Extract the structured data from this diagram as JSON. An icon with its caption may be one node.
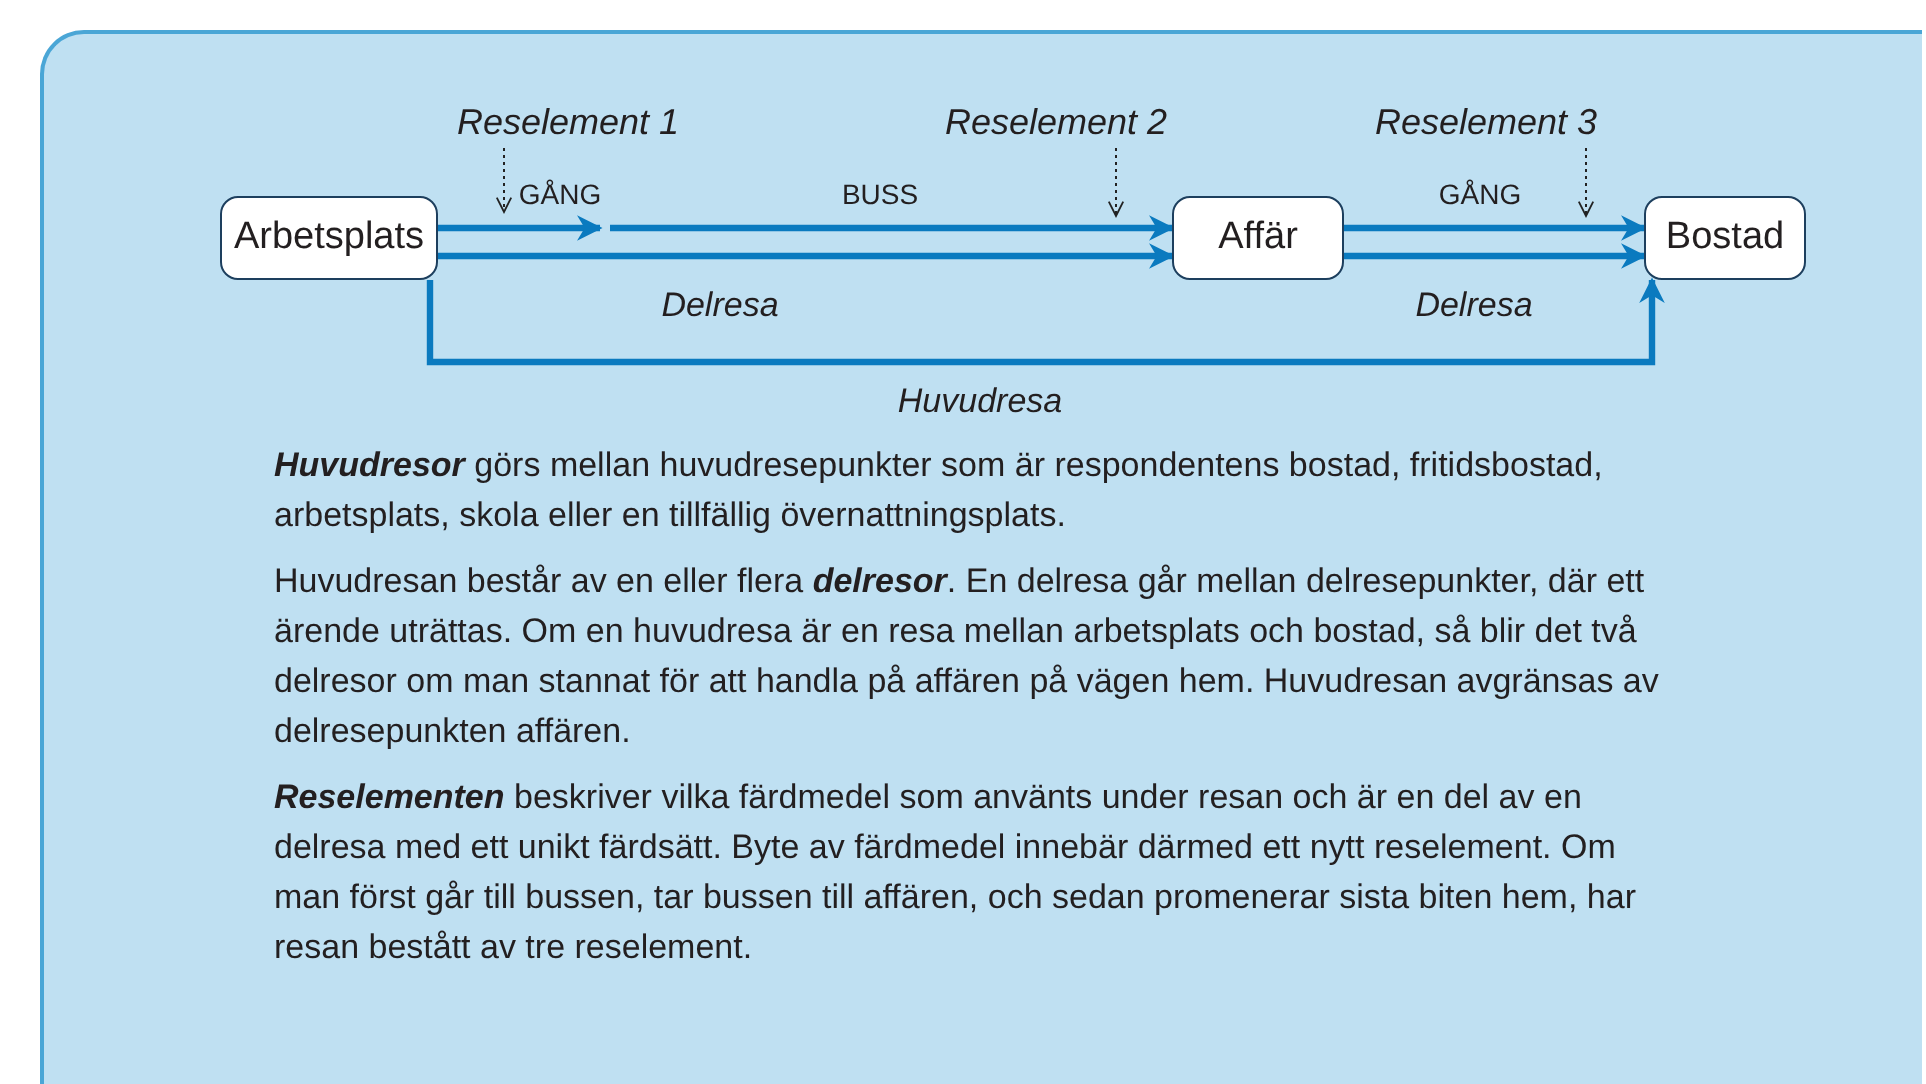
{
  "diagram": {
    "nodes": [
      {
        "text": [
          "Reselement 1"
        ]
      },
      {
        "text": [
          "Reselement 2"
        ]
      },
      {
        "text": [
          "Reselement 3"
        ]
      },
      {
        "text": [
          "Arbetsplats"
        ]
      },
      {
        "text": [
          "Affär"
        ]
      },
      {
        "text": [
          "Bostad"
        ]
      }
    ],
    "edges": [
      {
        "from": 0,
        "to": null,
        "arrow": "to",
        "style": "dashed",
        "color": "#222222"
      },
      {
        "from": 1,
        "to": null,
        "arrow": "to",
        "style": "dashed",
        "color": "#222222"
      },
      {
        "from": 2,
        "to": null,
        "arrow": "to",
        "style": "dashed",
        "color": "#222222"
      },
      {
        "from": 3,
        "to": null,
        "arrow": "to",
        "label": "GÅNG"
      },
      {
        "from": null,
        "to": 4,
        "arrow": "to",
        "label": "BUSS"
      },
      {
        "from": 3,
        "to": 4,
        "arrow": "to",
        "label": "Delresa"
      },
      {
        "from": 4,
        "to": 5,
        "arrow": "to",
        "label": "GÅNG"
      },
      {
        "from": 4,
        "to": 5,
        "arrow": "to",
        "label": "Delresa"
      },
      {
        "from": 3,
        "to": 5,
        "arrow": "to",
        "label": "Huvudresa"
      }
    ],
    "labels": [
      "**Huvudresor** görs mellan huvudresepunkter som är respondentens bostad, fritidsbostad, arbetsplats, skola eller en tillfällig övernattningsplats.",
      "Huvudresan består av en eller flera **delresor**. En delresa går mellan delresepunkter, där ett ärende uträttas. Om en huvudresa är en resa mellan arbetsplats och bostad, så blir det två delresor om man stannat för att handla på affären på vägen hem. Huvudresan avgränsas av delresepunkten affären.",
      "**Reselementen** beskriver vilka färdmedel som använts under resan och är en del av en delresa med ett unikt färdsätt. Byte av färdmedel innebär därmed ett nytt reselement. Om man först går till bussen, tar bussen till affären, och sedan promenerar sista biten hem, har resan bestått av tre reselement."
    ]
  }
}
